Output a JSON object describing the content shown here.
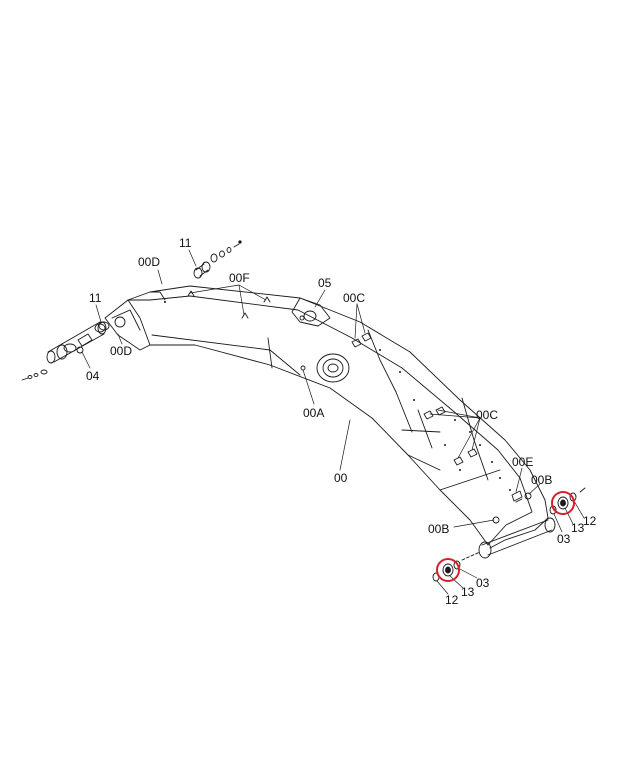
{
  "callouts": {
    "c11a": "11",
    "c00Da": "00D",
    "c00F": "00F",
    "c05": "05",
    "c00Ca": "00C",
    "c11b": "11",
    "c00Db": "00D",
    "c04": "04",
    "c00A": "00A",
    "c00Cb": "00C",
    "c00": "00",
    "c00E": "00E",
    "c00Ba": "00B",
    "c00Bb": "00B",
    "c12a": "12",
    "c13a": "13",
    "c03a": "03",
    "c12b": "12",
    "c13b": "13",
    "c03b": "03"
  },
  "colors": {
    "line": "#1a1a1a",
    "highlight": "#d81e2a",
    "background": "#ffffff"
  }
}
